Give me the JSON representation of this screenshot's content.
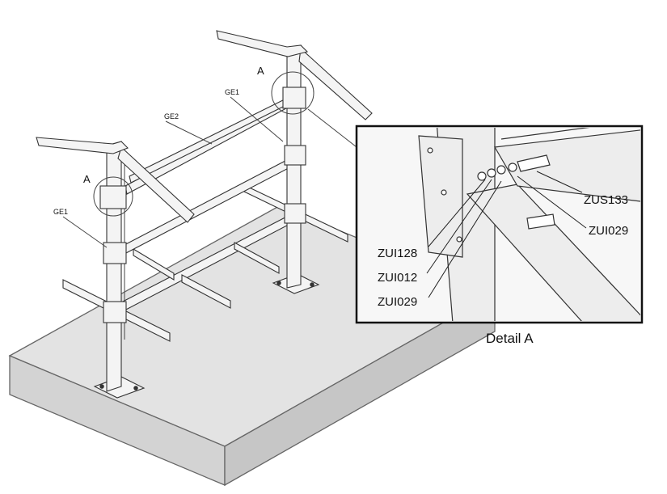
{
  "labels": {
    "callout_a_left": "A",
    "callout_a_right": "A",
    "ge1_left": "GE1",
    "ge1_right": "GE1",
    "ge2": "GE2"
  },
  "detail": {
    "caption": "Detail A",
    "parts": {
      "zus133": "ZUS133",
      "zui029_right": "ZUI029",
      "zui128": "ZUI128",
      "zui012": "ZUI012",
      "zui029_left": "ZUI029"
    }
  }
}
